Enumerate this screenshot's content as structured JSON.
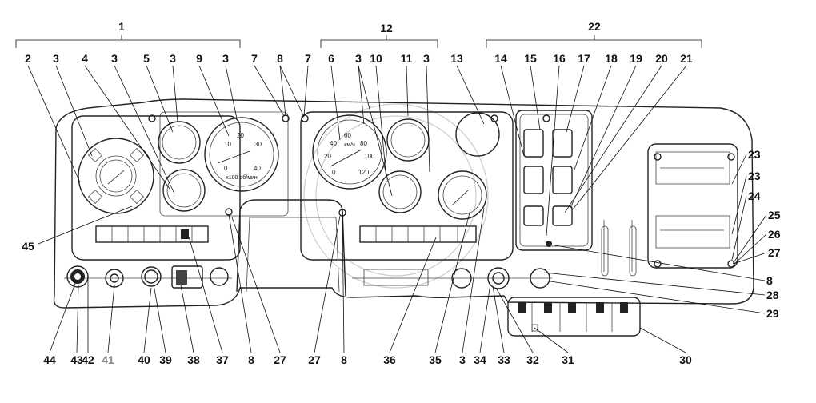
{
  "groups": [
    "1",
    "12",
    "22"
  ],
  "top_labels": [
    "2",
    "3",
    "4",
    "3",
    "5",
    "3",
    "9",
    "3",
    "7",
    "8",
    "7",
    "6",
    "3",
    "10",
    "11",
    "3",
    "13",
    "14",
    "15",
    "16",
    "17",
    "18",
    "19",
    "20",
    "21"
  ],
  "right_labels": [
    "23",
    "23",
    "24",
    "25",
    "26",
    "27",
    "8",
    "28",
    "29"
  ],
  "left_labels": [
    "45"
  ],
  "bottom_labels": [
    "44",
    "43",
    "42",
    "41",
    "40",
    "39",
    "38",
    "37",
    "8",
    "27",
    "27",
    "8",
    "36",
    "35",
    "3",
    "34",
    "33",
    "32",
    "31",
    "30"
  ],
  "gauges": {
    "tachometer_ticks": [
      "0",
      "10",
      "20",
      "30",
      "40"
    ],
    "tachometer_unit": "x100 об/мин",
    "speedometer_ticks": [
      "0",
      "20",
      "40",
      "60",
      "80",
      "100",
      "120"
    ],
    "speedometer_unit": "км/ч"
  },
  "colors": {
    "line": "#111111",
    "label_muted": "#888888",
    "watermark": "#cccccc"
  }
}
